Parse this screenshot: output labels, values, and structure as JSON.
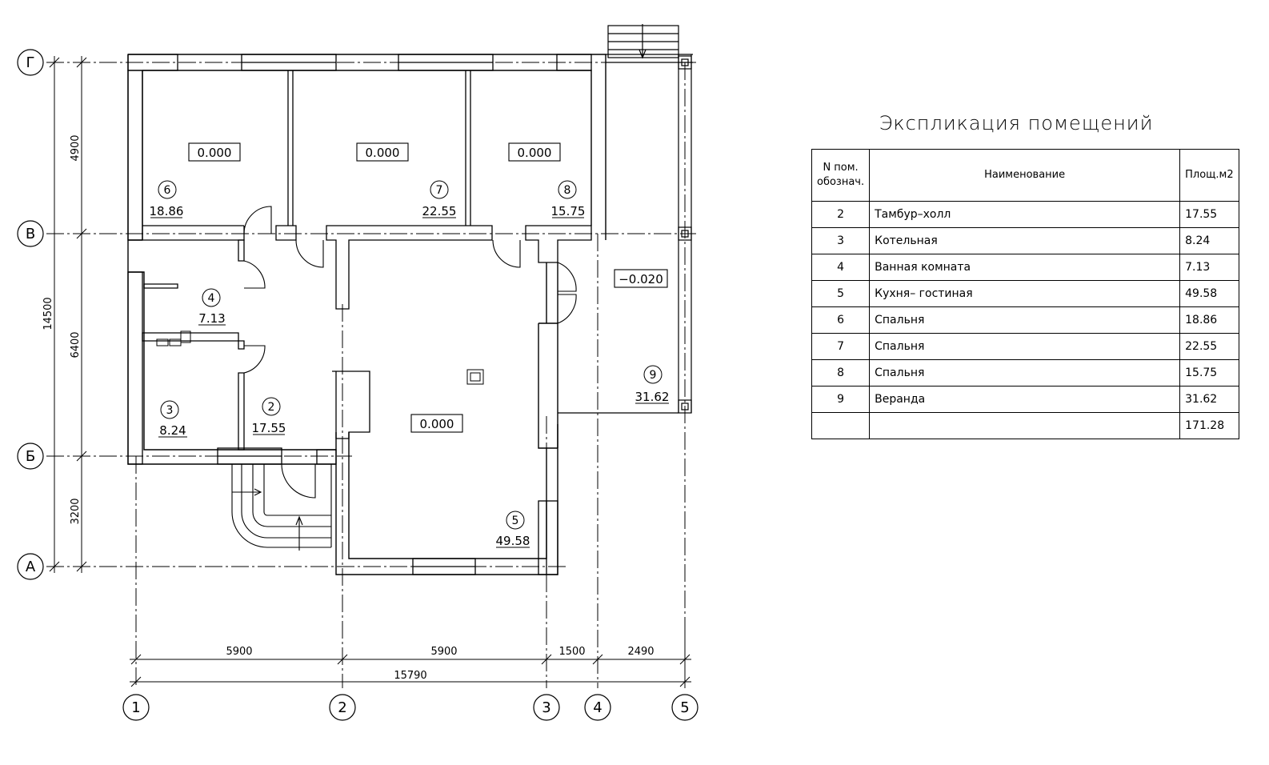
{
  "axes": {
    "rows": [
      "Г",
      "В",
      "Б",
      "А"
    ],
    "cols": [
      "1",
      "2",
      "3",
      "4",
      "5"
    ]
  },
  "dimensions": {
    "left_outer": "14500",
    "left_segments": [
      "4900",
      "6400",
      "3200"
    ],
    "bottom_segments": [
      "5900",
      "5900",
      "1500",
      "2490"
    ],
    "bottom_total": "15790"
  },
  "rooms": [
    {
      "num": "2",
      "area": "17.55"
    },
    {
      "num": "3",
      "area": "8.24"
    },
    {
      "num": "4",
      "area": "7.13"
    },
    {
      "num": "5",
      "area": "49.58"
    },
    {
      "num": "6",
      "area": "18.86"
    },
    {
      "num": "7",
      "area": "22.55"
    },
    {
      "num": "8",
      "area": "15.75"
    },
    {
      "num": "9",
      "area": "31.62"
    }
  ],
  "levels": {
    "room6": "0.000",
    "room7": "0.000",
    "room8": "0.000",
    "room5": "0.000",
    "veranda": "−0.020"
  },
  "explication": {
    "title": "Экспликация помещений",
    "headers": {
      "num": [
        "N пом.",
        "обознач."
      ],
      "name": "Наименование",
      "area": "Площ.м2"
    },
    "rows": [
      {
        "num": "2",
        "name": "Тамбур–холл",
        "area": "17.55"
      },
      {
        "num": "3",
        "name": "Котельная",
        "area": "8.24"
      },
      {
        "num": "4",
        "name": "Ванная комната",
        "area": "7.13"
      },
      {
        "num": "5",
        "name": "Кухня– гостиная",
        "area": "49.58"
      },
      {
        "num": "6",
        "name": "Спальня",
        "area": "18.86"
      },
      {
        "num": "7",
        "name": "Спальня",
        "area": "22.55"
      },
      {
        "num": "8",
        "name": "Спальня",
        "area": "15.75"
      },
      {
        "num": "9",
        "name": "Веранда",
        "area": "31.62"
      }
    ],
    "total": "171.28"
  }
}
